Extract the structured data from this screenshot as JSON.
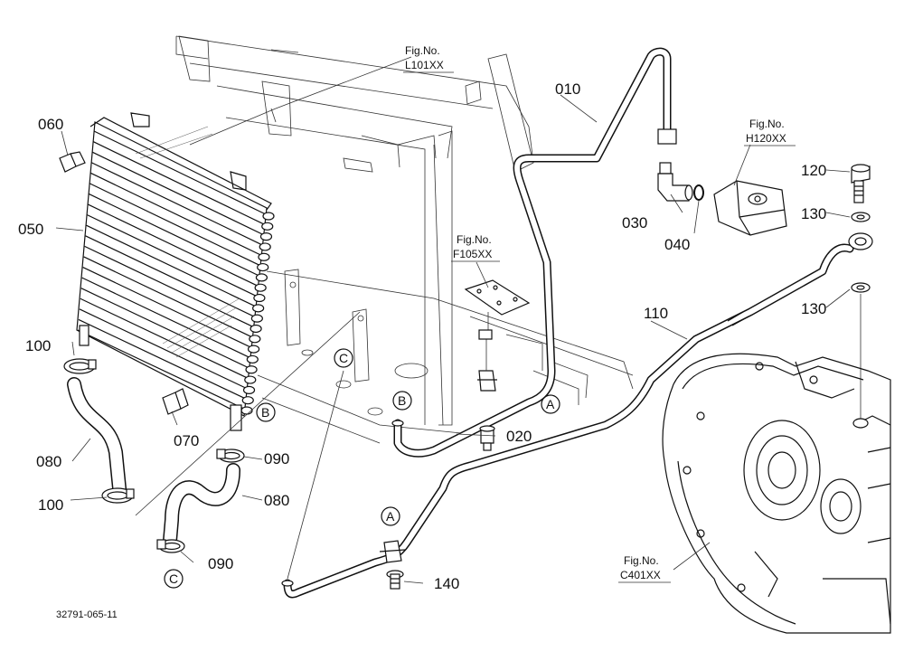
{
  "drawing_id": "32791-065-11",
  "part_labels": [
    {
      "num": "010"
    },
    {
      "num": "020"
    },
    {
      "num": "030"
    },
    {
      "num": "040"
    },
    {
      "num": "050"
    },
    {
      "num": "060"
    },
    {
      "num": "070"
    },
    {
      "num": "080"
    },
    {
      "num": "080"
    },
    {
      "num": "090"
    },
    {
      "num": "090"
    },
    {
      "num": "100"
    },
    {
      "num": "100"
    },
    {
      "num": "110"
    },
    {
      "num": "120"
    },
    {
      "num": "130"
    },
    {
      "num": "130"
    },
    {
      "num": "140"
    }
  ],
  "figure_refs": [
    {
      "line1": "Fig.No.",
      "line2": "L101XX"
    },
    {
      "line1": "Fig.No.",
      "line2": "H120XX"
    },
    {
      "line1": "Fig.No.",
      "line2": "F105XX"
    },
    {
      "line1": "Fig.No.",
      "line2": "C401XX"
    }
  ],
  "connection_markers": [
    {
      "letter": "A"
    },
    {
      "letter": "A"
    },
    {
      "letter": "B"
    },
    {
      "letter": "B"
    },
    {
      "letter": "C"
    },
    {
      "letter": "C"
    }
  ]
}
